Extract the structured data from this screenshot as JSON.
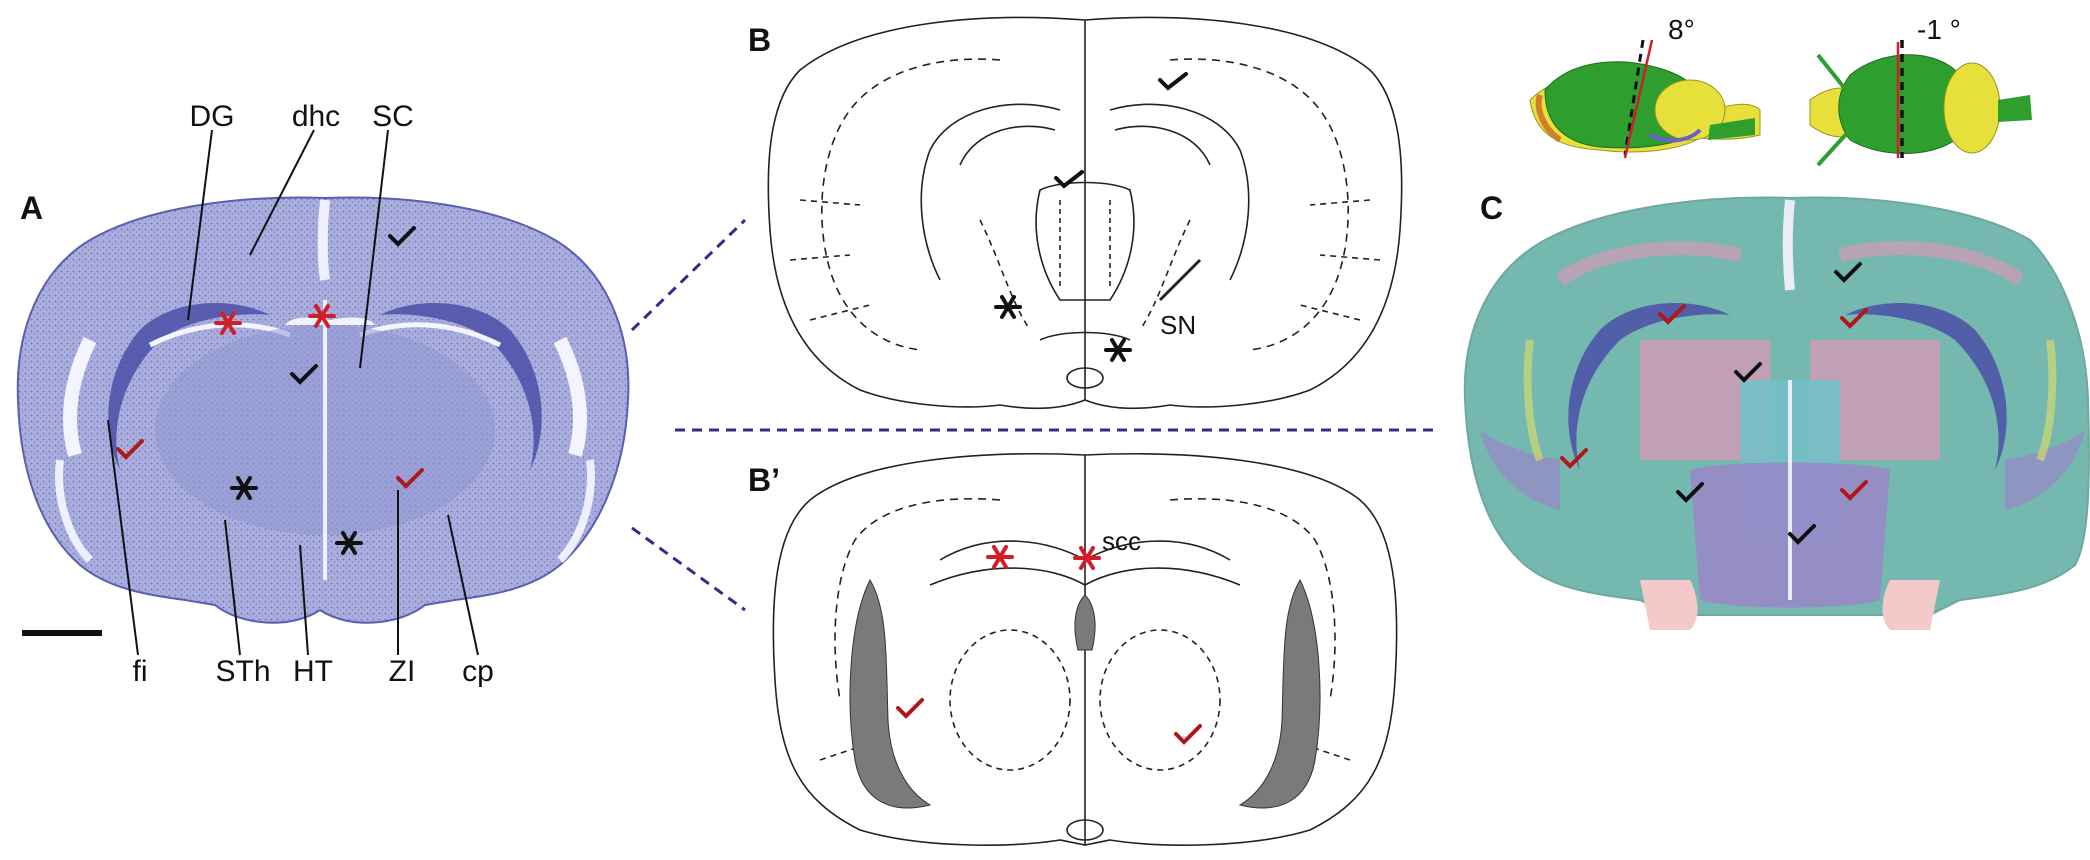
{
  "panels": {
    "a": {
      "label": "A"
    },
    "b": {
      "label": "B"
    },
    "b_prime": {
      "label": "B’"
    },
    "c": {
      "label": "C"
    }
  },
  "panel_a_labels": {
    "top": [
      "DG",
      "dhc",
      "SC"
    ],
    "bottom": [
      "fi",
      "STh",
      "HT",
      "ZI",
      "cp"
    ]
  },
  "panel_b_labels": {
    "sn": "SN"
  },
  "panel_b_prime_labels": {
    "scc": "scc"
  },
  "angles": {
    "left": "8°",
    "right": "-1 °"
  },
  "colors": {
    "nissl": "#9aa0d6",
    "nissl_dark": "#4b4fa8",
    "red_mark": "#d01f28",
    "dark_red_mark": "#b01818",
    "black_mark": "#111111",
    "dash_line": "#2b2f8a",
    "ventricle_gray": "#7a7a7a",
    "brain_green": "#2e9e2e",
    "brain_yellow": "#e8e03a",
    "overlay_teal": "#74b8b0",
    "overlay_pink": "#d49ab8",
    "overlay_purple": "#9a86c8"
  },
  "markers": [
    "red-asterisk",
    "black-asterisk",
    "black-checkmark",
    "red-checkmark"
  ]
}
